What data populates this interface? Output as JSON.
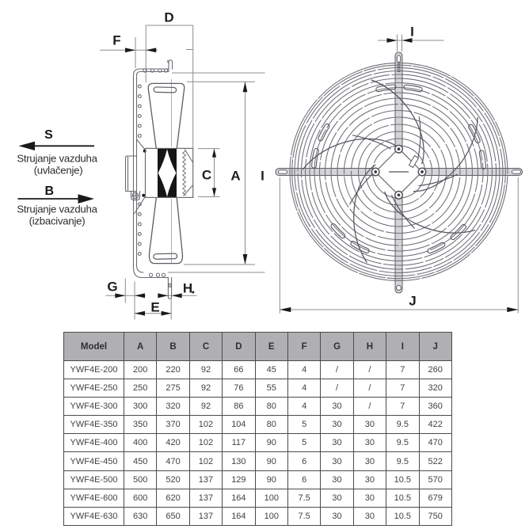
{
  "drawing": {
    "side_view": {
      "labels": {
        "d": "D",
        "f": "F",
        "c": "C",
        "a": "A",
        "i_cropped": "I",
        "g": "G",
        "h": "H",
        "e": "E"
      }
    },
    "front_view": {
      "labels": {
        "i": "I",
        "j": "J"
      }
    },
    "airflow": {
      "suction_symbol": "S",
      "suction_line1": "Strujanje vazduha",
      "suction_line2": "(uvlačenje)",
      "blow_symbol": "B",
      "blow_line1": "Strujanje vazduha",
      "blow_line2": "(izbacivanje)"
    }
  },
  "table": {
    "columns": [
      "Model",
      "A",
      "B",
      "C",
      "D",
      "E",
      "F",
      "G",
      "H",
      "I",
      "J"
    ],
    "rows": [
      [
        "YWF4E-200",
        "200",
        "220",
        "92",
        "66",
        "45",
        "4",
        "/",
        "/",
        "7",
        "260"
      ],
      [
        "YWF4E-250",
        "250",
        "275",
        "92",
        "76",
        "55",
        "4",
        "/",
        "/",
        "7",
        "320"
      ],
      [
        "YWF4E-300",
        "300",
        "320",
        "92",
        "86",
        "80",
        "4",
        "30",
        "/",
        "7",
        "360"
      ],
      [
        "YWF4E-350",
        "350",
        "370",
        "102",
        "104",
        "80",
        "5",
        "30",
        "30",
        "9.5",
        "422"
      ],
      [
        "YWF4E-400",
        "400",
        "420",
        "102",
        "117",
        "90",
        "5",
        "30",
        "30",
        "9.5",
        "470"
      ],
      [
        "YWF4E-450",
        "450",
        "470",
        "102",
        "130",
        "90",
        "6",
        "30",
        "30",
        "9.5",
        "522"
      ],
      [
        "YWF4E-500",
        "500",
        "520",
        "137",
        "129",
        "90",
        "6",
        "30",
        "30",
        "10.5",
        "570"
      ],
      [
        "YWF4E-600",
        "600",
        "620",
        "137",
        "164",
        "100",
        "7.5",
        "30",
        "30",
        "10.5",
        "679"
      ],
      [
        "YWF4E-630",
        "630",
        "650",
        "137",
        "164",
        "100",
        "7.5",
        "30",
        "30",
        "10.5",
        "750"
      ]
    ]
  },
  "colors": {
    "header_bg": "#b0b0b2",
    "drawing_line": "#6b6b73",
    "dimension_line": "#8c8c94",
    "arrow_black": "#1a1a1a"
  }
}
